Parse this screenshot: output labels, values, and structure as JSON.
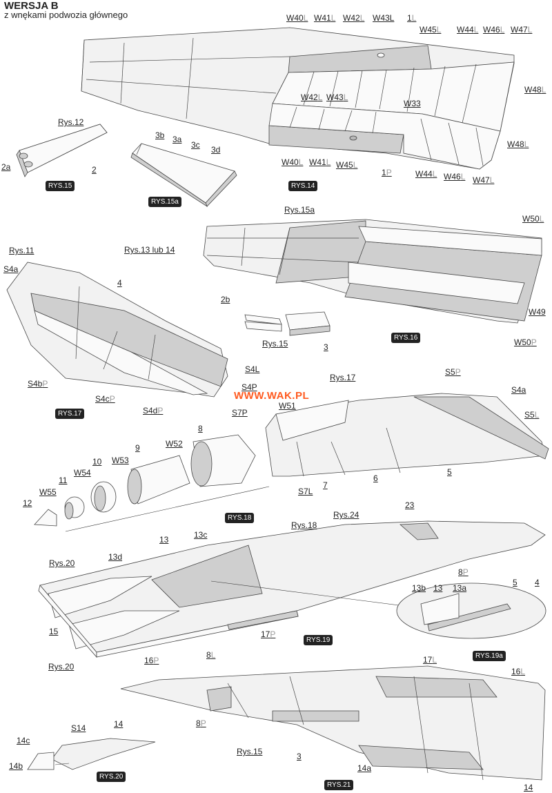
{
  "header": {
    "title": "WERSJA B",
    "subtitle": "z wnękami podwozia głównego"
  },
  "watermark": "WWW.WAK.PL",
  "badges": {
    "rys15": "RYS.15",
    "rys15a": "RYS.15a",
    "rys14": "RYS.14",
    "rys16": "RYS.16",
    "rys17": "RYS.17",
    "rys18": "RYS.18",
    "rys19": "RYS.19",
    "rys19a": "RYS.19a",
    "rys20": "RYS.20",
    "rys21": "RYS.21"
  },
  "labels": {
    "w40l_top": "W40",
    "w41l_top": "W41",
    "w42l_top": "W42",
    "w43l_top": "W43L",
    "p1l_top": "1",
    "w45l_top": "W45",
    "w44l_top": "W44",
    "w46l_top": "W46",
    "w47l_top": "W47",
    "w48l_top": "W48",
    "w42l_mid": "W42",
    "w43l_mid": "W43",
    "w33": "W33",
    "w48l_low": "W48",
    "w40l_b": "W40",
    "w41l_b": "W41",
    "w45l_b": "W45",
    "p1p": "1",
    "w44l_b": "W44",
    "w46l_b": "W46",
    "w47l_b": "W47",
    "rys12": "Rys.12",
    "n2a": "2a",
    "n2": "2",
    "n3b": "3b",
    "n3a": "3a",
    "n3c": "3c",
    "n3d": "3d",
    "rys15a_ref": "Rys.15a",
    "rys13lub14": "Rys.13 lub 14",
    "w50l": "W50",
    "w49": "W49",
    "w50p": "W50",
    "n2b": "2b",
    "rys15_ref": "Rys.15",
    "n3": "3",
    "rys11": "Rys.11",
    "s4a": "S4a",
    "n4": "4",
    "s4l": "S4L",
    "s4p": "S4P",
    "s4b": "S4b",
    "s4c": "S4c",
    "s4d": "S4d",
    "rys17_ref": "Rys.17",
    "s5p": "S5",
    "s4a_r": "S4a",
    "s5l": "S5",
    "s7p": "S7P",
    "w51": "W51",
    "s7l": "S7L",
    "n7": "7",
    "n6": "6",
    "n5": "5",
    "n8": "8",
    "w52": "W52",
    "n9": "9",
    "n10": "10",
    "w53": "W53",
    "w54": "W54",
    "n11": "11",
    "w55": "W55",
    "n12": "12",
    "rys24": "Rys.24",
    "n23": "23",
    "rys18": "Rys.18",
    "n13": "13",
    "n13c": "13c",
    "rys20_top": "Rys.20",
    "n13d": "13d",
    "n8p": "8",
    "n13b": "13b",
    "n13_b": "13",
    "n13a": "13a",
    "n5_b": "5",
    "n4_b": "4",
    "n15": "15",
    "n17p": "17",
    "rys20_bot": "Rys.20",
    "n16p": "16",
    "n8l": "8",
    "n17l": "17",
    "n16l": "16",
    "n8p_b": "8",
    "s14": "S14",
    "n14": "14",
    "n14c": "14c",
    "n14b": "14b",
    "rys15_b": "Rys.15",
    "n3_b": "3",
    "n14a": "14a",
    "n14_b": "14"
  },
  "suffix": {
    "L": "L",
    "P": "P"
  }
}
